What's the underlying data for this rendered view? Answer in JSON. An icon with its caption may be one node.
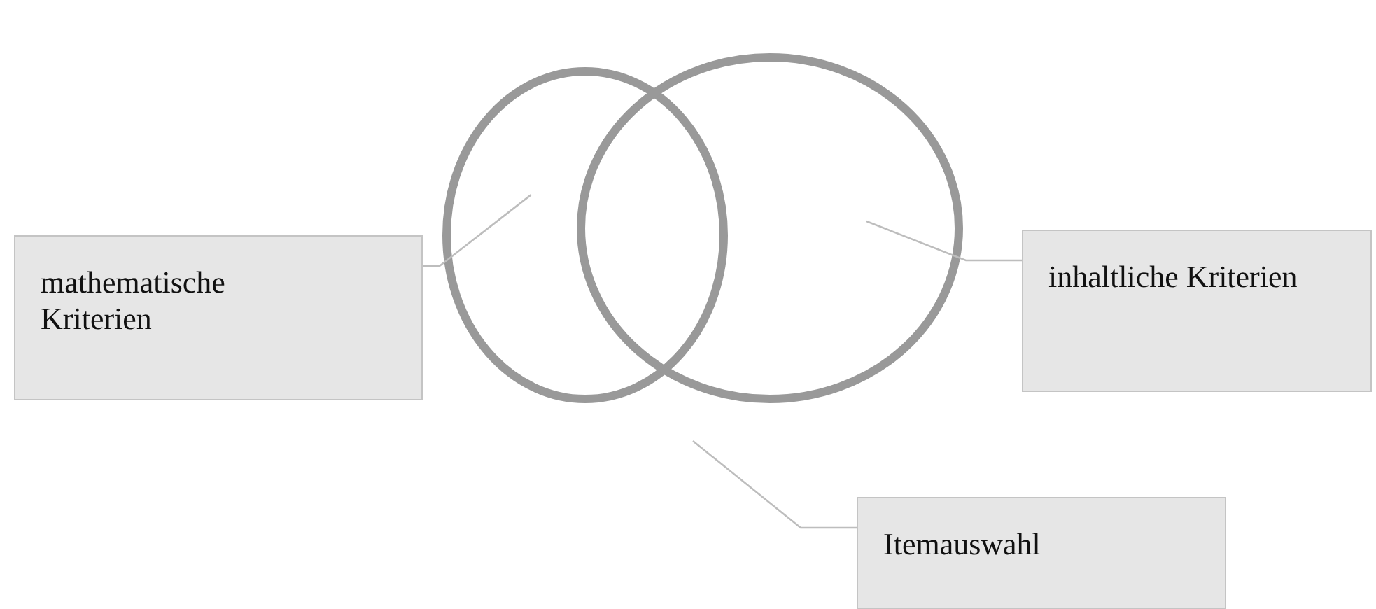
{
  "diagram": {
    "nodes": [
      {
        "text": [],
        "shape": "circle"
      },
      {
        "text": [],
        "shape": "circle"
      },
      {
        "text": [
          "mathematische Kriterien"
        ]
      },
      {
        "text": [
          "inhaltliche Kriterien"
        ]
      },
      {
        "text": [
          "Itemauswahl"
        ]
      }
    ],
    "edges": [
      {
        "from": 2,
        "to": 0,
        "arrow": "none"
      },
      {
        "from": 3,
        "to": 1,
        "arrow": "none"
      },
      {
        "from": 4,
        "to": null,
        "arrow": "none"
      }
    ]
  }
}
